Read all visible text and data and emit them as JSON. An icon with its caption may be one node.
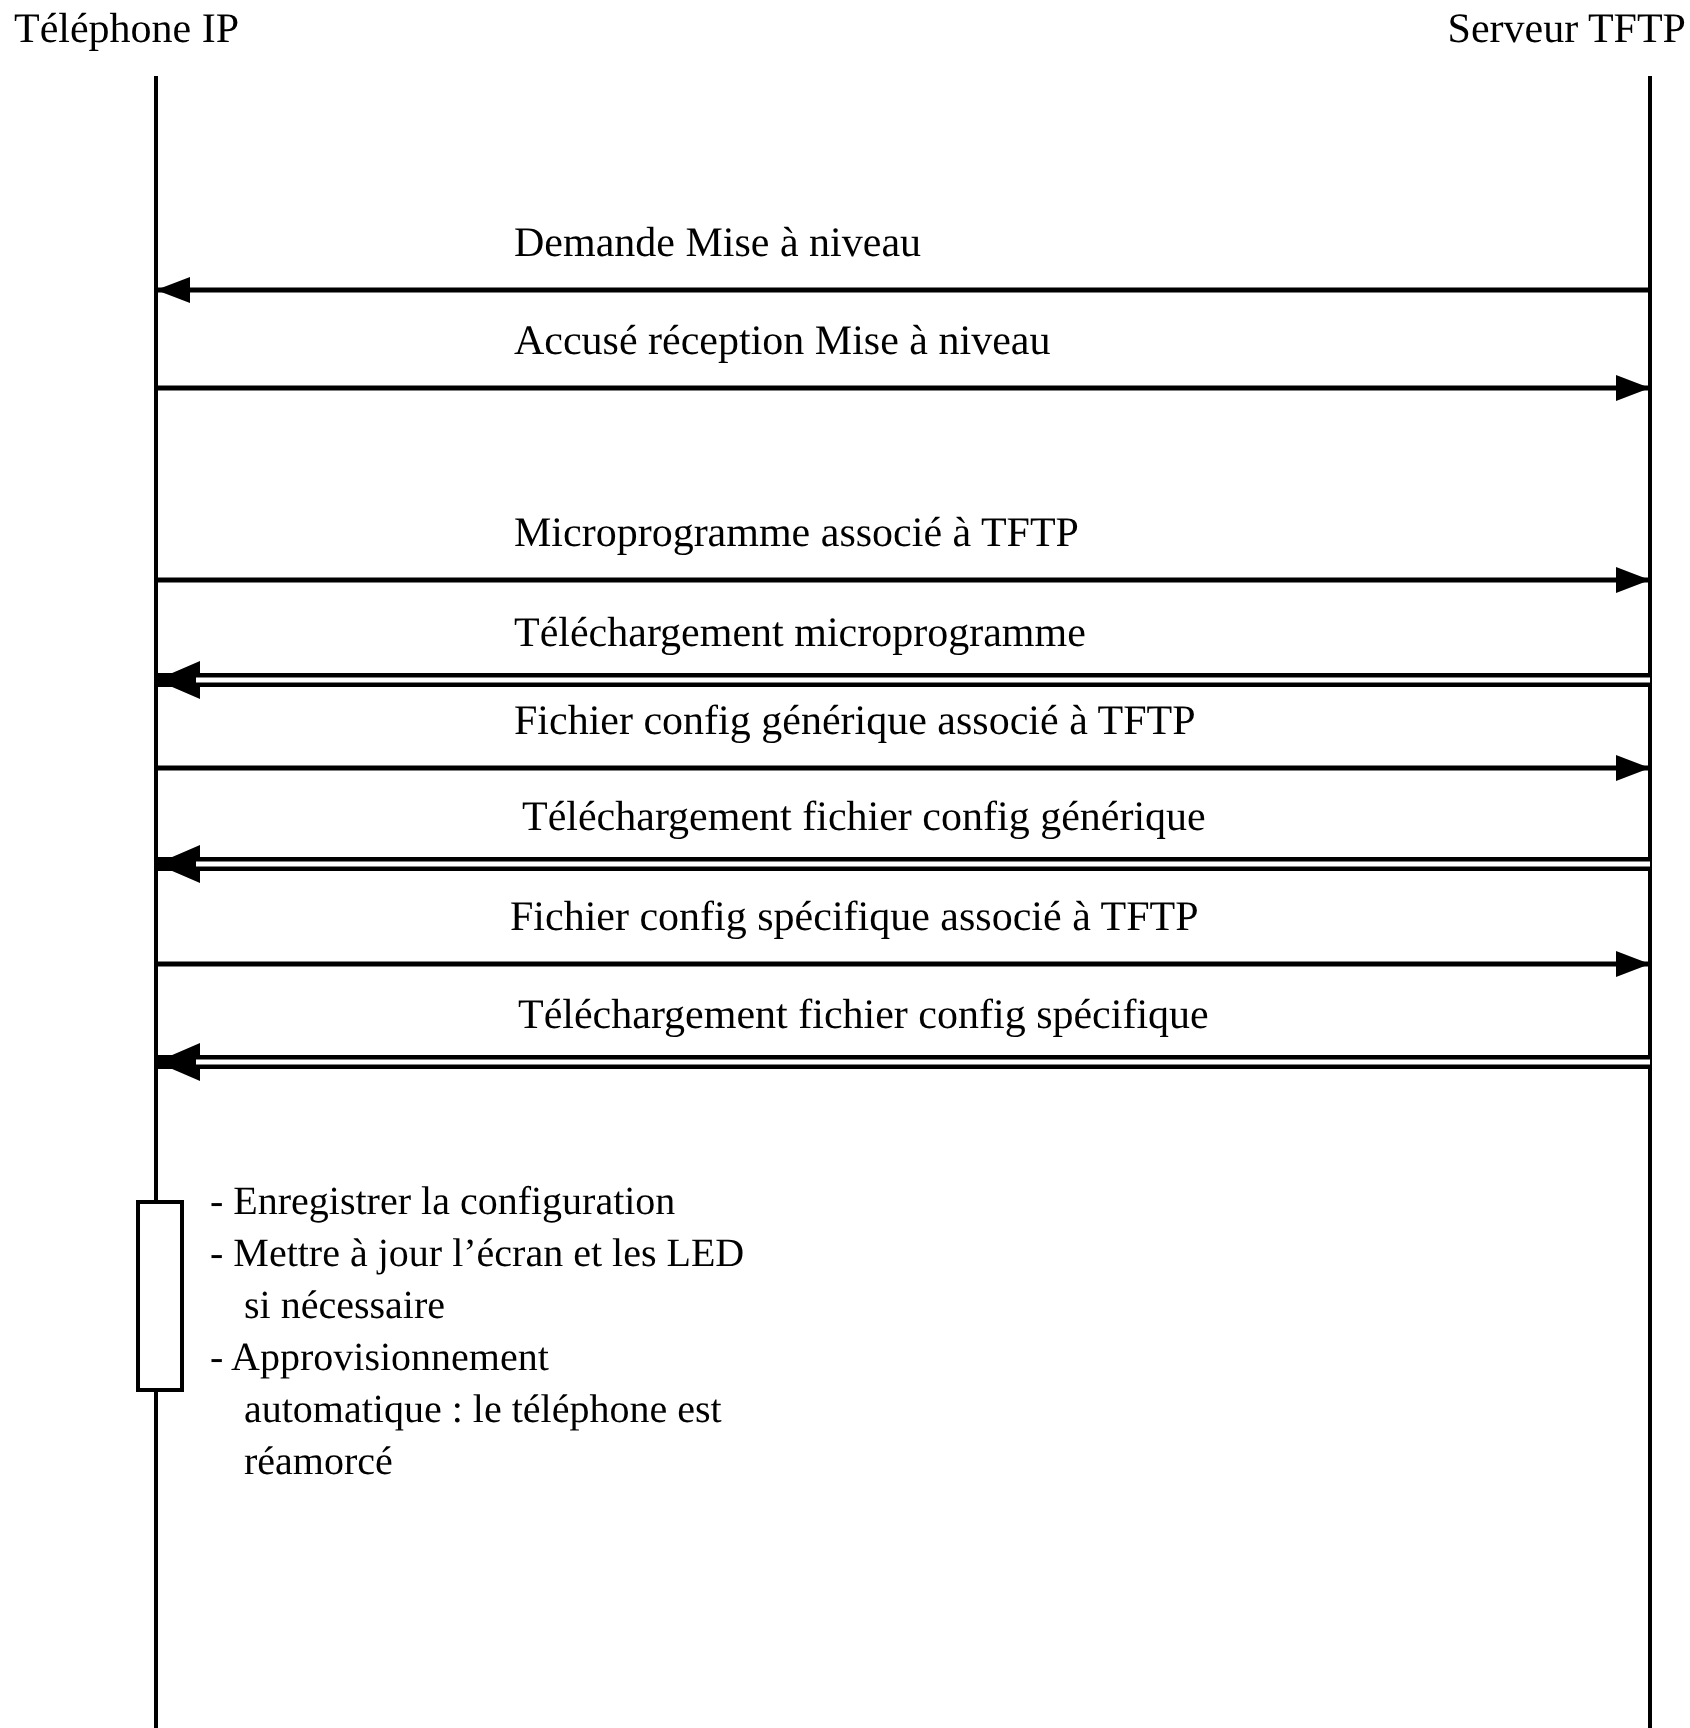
{
  "diagram": {
    "nodes": [
      {
        "text": [
          "Téléphone IP"
        ]
      },
      {
        "text": [
          "Serveur TFTP"
        ]
      },
      {
        "text": [],
        "shape": "bar",
        "beside": [
          "- Enregistrer la configuration",
          "- Mettre à jour l’écran et les LED si nécessaire",
          "- Approvisionnement automatique : le téléphone est réamorcé"
        ]
      }
    ],
    "edges": [
      {
        "from": 1,
        "to": 0,
        "arrow": "to",
        "label": "Demande Mise à niveau"
      },
      {
        "from": 0,
        "to": 1,
        "arrow": "to",
        "label": "Accusé réception Mise à niveau"
      },
      {
        "from": 0,
        "to": 1,
        "arrow": "to",
        "label": "Microprogramme associé à TFTP"
      },
      {
        "from": 1,
        "to": 0,
        "arrow": "to",
        "label": "Téléchargement microprogramme",
        "style": "thick"
      },
      {
        "from": 0,
        "to": 1,
        "arrow": "to",
        "label": "Fichier config générique associé à TFTP"
      },
      {
        "from": 1,
        "to": 0,
        "arrow": "to",
        "label": "Téléchargement fichier config générique",
        "style": "thick"
      },
      {
        "from": 0,
        "to": 1,
        "arrow": "to",
        "label": "Fichier config spécifique associé à TFTP"
      },
      {
        "from": 1,
        "to": 0,
        "arrow": "to",
        "label": "Téléchargement fichier config spécifique",
        "style": "thick"
      }
    ]
  }
}
